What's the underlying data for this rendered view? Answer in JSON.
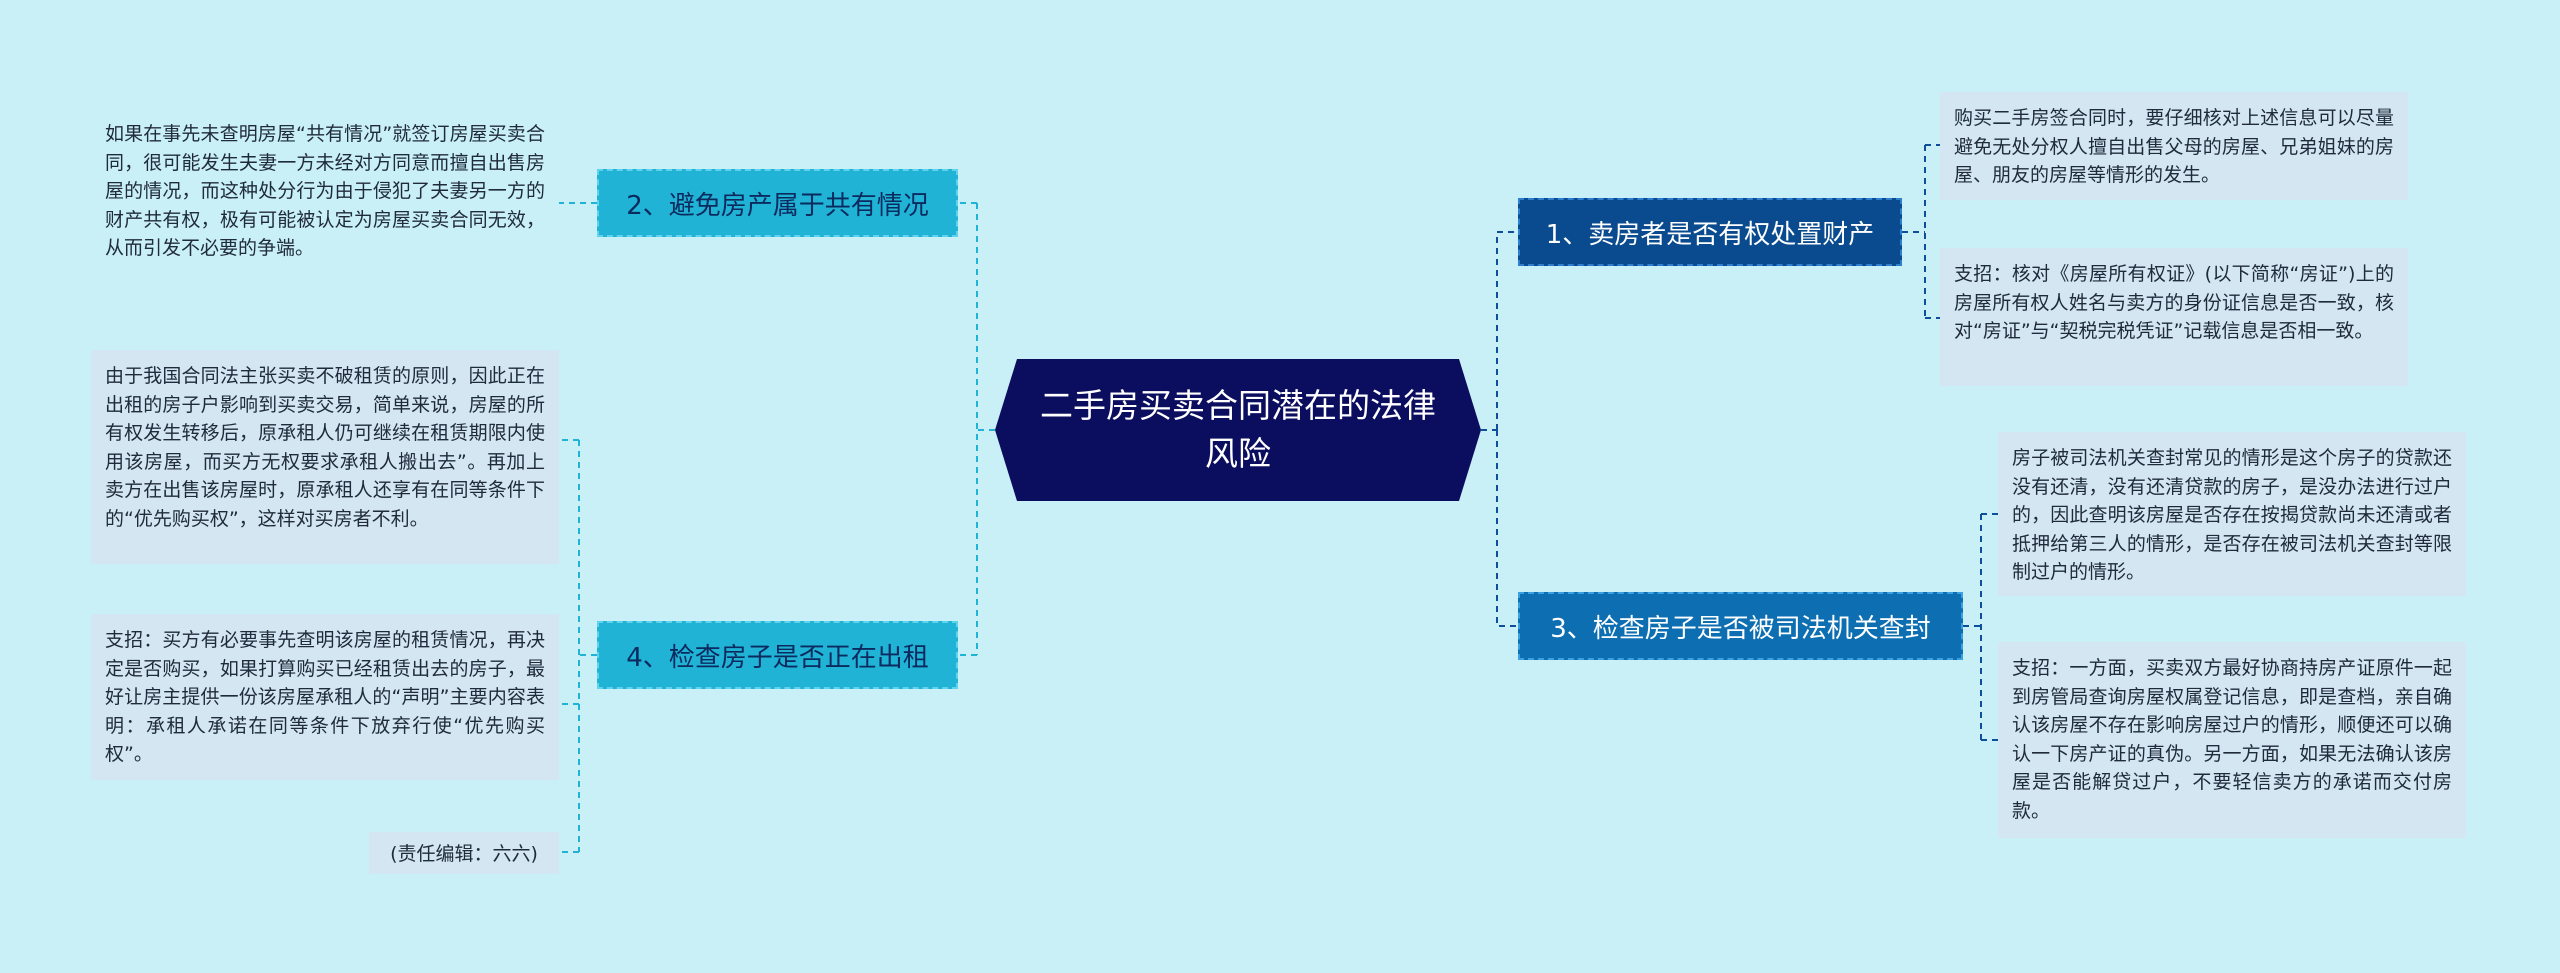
{
  "root": {
    "title": "二手房买卖合同潜在的法律风险"
  },
  "branches": [
    {
      "label": "1、卖房者是否有权处置财产",
      "leaves": [
        "购买二手房签合同时，要仔细核对上述信息可以尽量避免无处分权人擅自出售父母的房屋、兄弟姐妹的房屋、朋友的房屋等情形的发生。",
        "支招：核对《房屋所有权证》(以下简称“房证”)上的房屋所有权人姓名与卖方的身份证信息是否一致，核对“房证”与“契税完税凭证”记载信息是否相一致。"
      ]
    },
    {
      "label": "2、避免房产属于共有情况",
      "leaves": [
        "如果在事先未查明房屋“共有情况”就签订房屋买卖合同，很可能发生夫妻一方未经对方同意而擅自出售房屋的情况，而这种处分行为由于侵犯了夫妻另一方的财产共有权，极有可能被认定为房屋买卖合同无效，从而引发不必要的争端。"
      ]
    },
    {
      "label": "3、检查房子是否被司法机关查封",
      "leaves": [
        "房子被司法机关查封常见的情形是这个房子的贷款还没有还清，没有还清贷款的房子，是没办法进行过户的，因此查明该房屋是否存在按揭贷款尚未还清或者抵押给第三人的情形，是否存在被司法机关查封等限制过户的情形。",
        "支招：一方面，买卖双方最好协商持房产证原件一起到房管局查询房屋权属登记信息，即是查档，亲自确认该房屋不存在影响房屋过户的情形，顺便还可以确认一下房产证的真伪。另一方面，如果无法确认该房屋是否能解贷过户，不要轻信卖方的承诺而交付房款。"
      ]
    },
    {
      "label": "4、检查房子是否正在出租",
      "leaves": [
        "由于我国合同法主张买卖不破租赁的原则，因此正在出租的房子户影响到买卖交易，简单来说，房屋的所有权发生转移后，原承租人仍可继续在租赁期限内使用该房屋，而买方无权要求承租人搬出去”。再加上卖方在出售该房屋时，原承租人还享有在同等条件下的“优先购买权”，这样对买房者不利。",
        "支招：买方有必要事先查明该房屋的租赁情况，再决定是否购买，如果打算购买已经租赁出去的房子，最好让房主提供一份该房屋承租人的“声明”主要内容表明：承租人承诺在同等条件下放弃行使“优先购买权”。",
        "(责任编辑：六六)"
      ]
    }
  ],
  "colors": {
    "background": "#c9eff7",
    "root": "#0b0d5e",
    "branch_left": "#20b3d6",
    "branch_right": "#0d6fb2",
    "leaf": "#d3e6f1",
    "connector_left": "#20b3d6",
    "connector_right": "#0d4f9a"
  }
}
